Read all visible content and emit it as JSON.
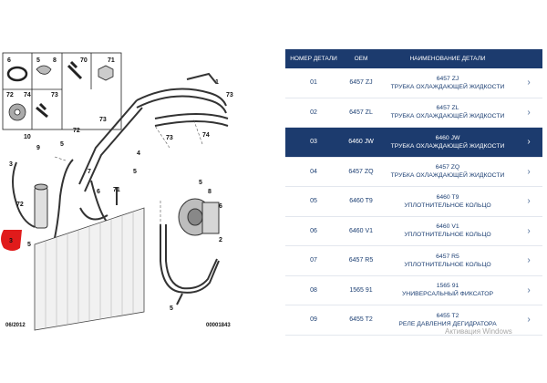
{
  "diagram": {
    "footer_left": "06/2012",
    "footer_right": "00001843",
    "selected_callout": "3",
    "callouts": [
      "6",
      "5",
      "8",
      "70",
      "71",
      "72",
      "74",
      "73",
      "1",
      "73",
      "72",
      "73",
      "10",
      "9",
      "5",
      "72",
      "74",
      "4",
      "7",
      "71",
      "6",
      "73",
      "5",
      "3",
      "5",
      "8",
      "5",
      "6",
      "2",
      "5"
    ]
  },
  "table": {
    "headers": {
      "number": "НОМЕР ДЕТАЛИ",
      "oem": "OEM",
      "name": "НАИМЕНОВАНИЕ ДЕТАЛИ"
    },
    "rows": [
      {
        "no": "01",
        "oem": "6457 ZJ",
        "code": "6457 ZJ",
        "desc": "ТРУБКА ОХЛАЖДАЮЩЕЙ ЖИДКОСТИ"
      },
      {
        "no": "02",
        "oem": "6457 ZL",
        "code": "6457 ZL",
        "desc": "ТРУБКА ОХЛАЖДАЮЩЕЙ ЖИДКОСТИ"
      },
      {
        "no": "03",
        "oem": "6460 JW",
        "code": "6460 JW",
        "desc": "ТРУБКА ОХЛАЖДАЮЩЕЙ ЖИДКОСТИ"
      },
      {
        "no": "04",
        "oem": "6457 ZQ",
        "code": "6457 ZQ",
        "desc": "ТРУБКА ОХЛАЖДАЮЩЕЙ ЖИДКОСТИ"
      },
      {
        "no": "05",
        "oem": "6460 T9",
        "code": "6460 T9",
        "desc": "УПЛОТНИТЕЛЬНОЕ КОЛЬЦО"
      },
      {
        "no": "06",
        "oem": "6460 V1",
        "code": "6460 V1",
        "desc": "УПЛОТНИТЕЛЬНОЕ КОЛЬЦО"
      },
      {
        "no": "07",
        "oem": "6457 R5",
        "code": "6457 R5",
        "desc": "УПЛОТНИТЕЛЬНОЕ КОЛЬЦО"
      },
      {
        "no": "08",
        "oem": "1565 91",
        "code": "1565 91",
        "desc": "УНИВЕРСАЛЬНЫЙ ФИКСАТОР"
      },
      {
        "no": "09",
        "oem": "6455 T2",
        "code": "6455 T2",
        "desc": "РЕЛЕ ДАВЛЕНИЯ ДЕГИДРАТОРА"
      }
    ],
    "selected_index": 2,
    "chevron": "›"
  },
  "watermark": "Активация Windows"
}
